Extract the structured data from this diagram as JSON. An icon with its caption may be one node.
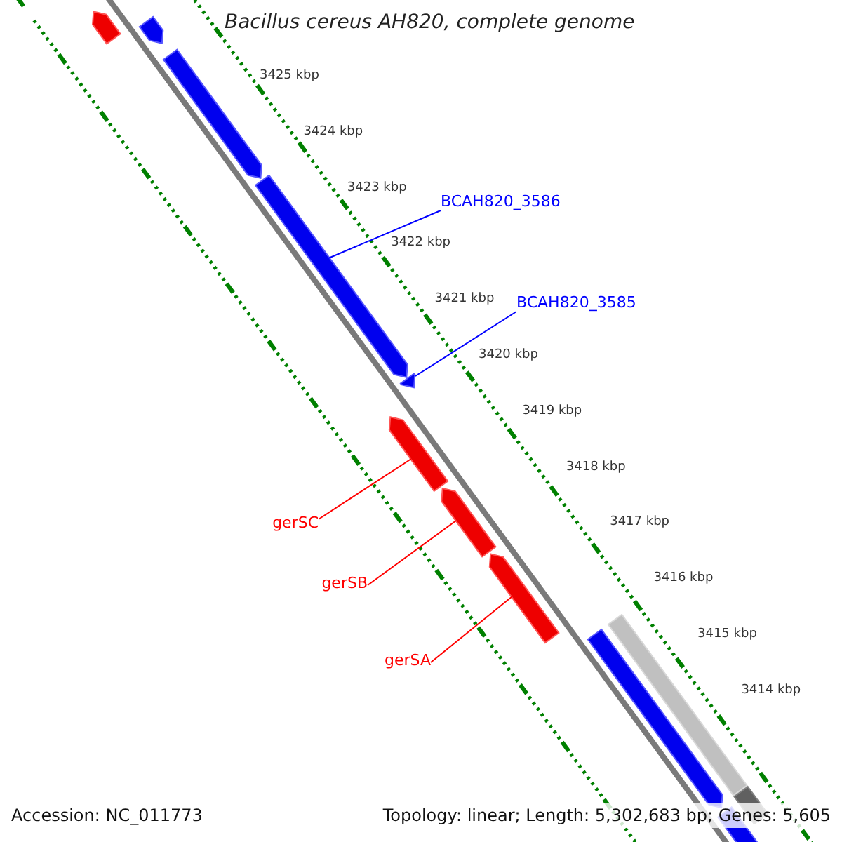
{
  "diagram": {
    "title": "Bacillus cereus AH820, complete genome",
    "nodes": [
      {
        "text": [
          "BCAH820_3586"
        ]
      },
      {
        "text": [],
        "shape": "bar"
      },
      {
        "text": [
          "BCAH820_3585"
        ]
      },
      {
        "text": [],
        "shape": "bar"
      },
      {
        "text": [
          "gerSC"
        ]
      },
      {
        "text": [],
        "shape": "bar"
      },
      {
        "text": [
          "gerSB"
        ]
      },
      {
        "text": [],
        "shape": "bar"
      },
      {
        "text": [
          "gerSA"
        ]
      },
      {
        "text": [],
        "shape": "bar"
      },
      {
        "text": [],
        "shape": "bar"
      },
      {
        "text": [],
        "shape": "bar"
      },
      {
        "text": [],
        "shape": "bar"
      },
      {
        "text": [],
        "shape": "bar"
      },
      {
        "text": [],
        "shape": "bar"
      },
      {
        "text": [],
        "shape": "bar"
      },
      {
        "text": [],
        "shape": "bar"
      }
    ],
    "edges": [
      {
        "from": 0,
        "to": 1,
        "arrow": "none",
        "color": "#0000ff"
      },
      {
        "from": 2,
        "to": 3,
        "arrow": "none",
        "color": "#0000ff"
      },
      {
        "from": 4,
        "to": 5,
        "arrow": "none"
      },
      {
        "from": 6,
        "to": 7,
        "arrow": "none"
      },
      {
        "from": 8,
        "to": 9,
        "arrow": "none"
      }
    ],
    "labels": [
      "3425 kbp",
      "3424 kbp",
      "3423 kbp",
      "3422 kbp",
      "3421 kbp",
      "3420 kbp",
      "3419 kbp",
      "3418 kbp",
      "3417 kbp",
      "3416 kbp",
      "3415 kbp",
      "3414 kbp",
      "Accession: NC_011773",
      "Topology: linear; Length: 5,302,683 bp; Genes: 5,605"
    ]
  }
}
